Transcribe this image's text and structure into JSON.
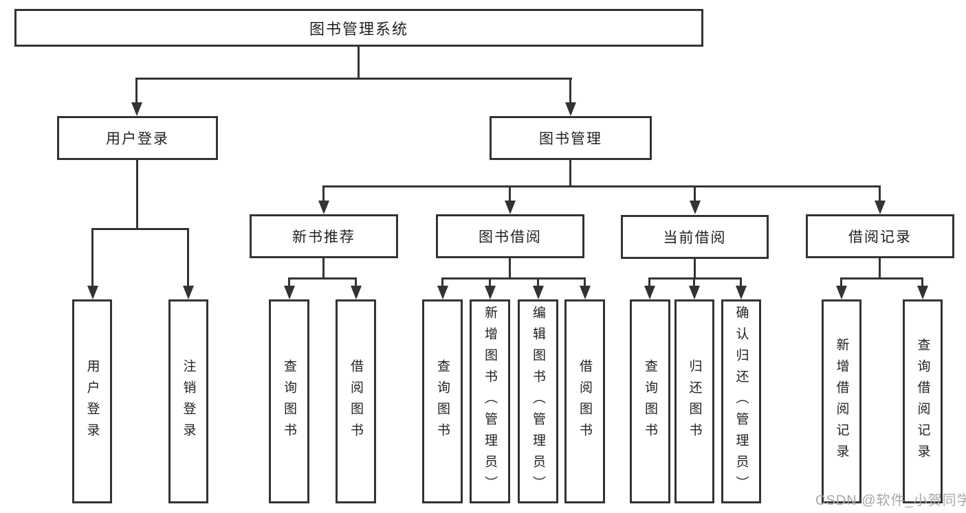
{
  "colors": {
    "line": "#333333",
    "text": "#222222",
    "box_fill": "#ffffff",
    "watermark": "#a8a8a8",
    "bg": "#ffffff"
  },
  "tree": {
    "root": "图书管理系统",
    "level2": [
      "用户登录",
      "图书管理"
    ],
    "level3": [
      "新书推荐",
      "图书借阅",
      "当前借阅",
      "借阅记录"
    ],
    "leaf_groups": [
      [
        "用户登录",
        "注销登录"
      ],
      [
        "查询图书",
        "借阅图书"
      ],
      [
        "查询图书",
        "新增图书（管理员）",
        "编辑图书（管理员）",
        "借阅图书"
      ],
      [
        "查询图书",
        "归还图书",
        "确认归还（管理员）"
      ],
      [
        "新增借阅记录",
        "查询借阅记录"
      ]
    ]
  },
  "watermark": {
    "text": "CSDN @软件_小贺同学"
  }
}
